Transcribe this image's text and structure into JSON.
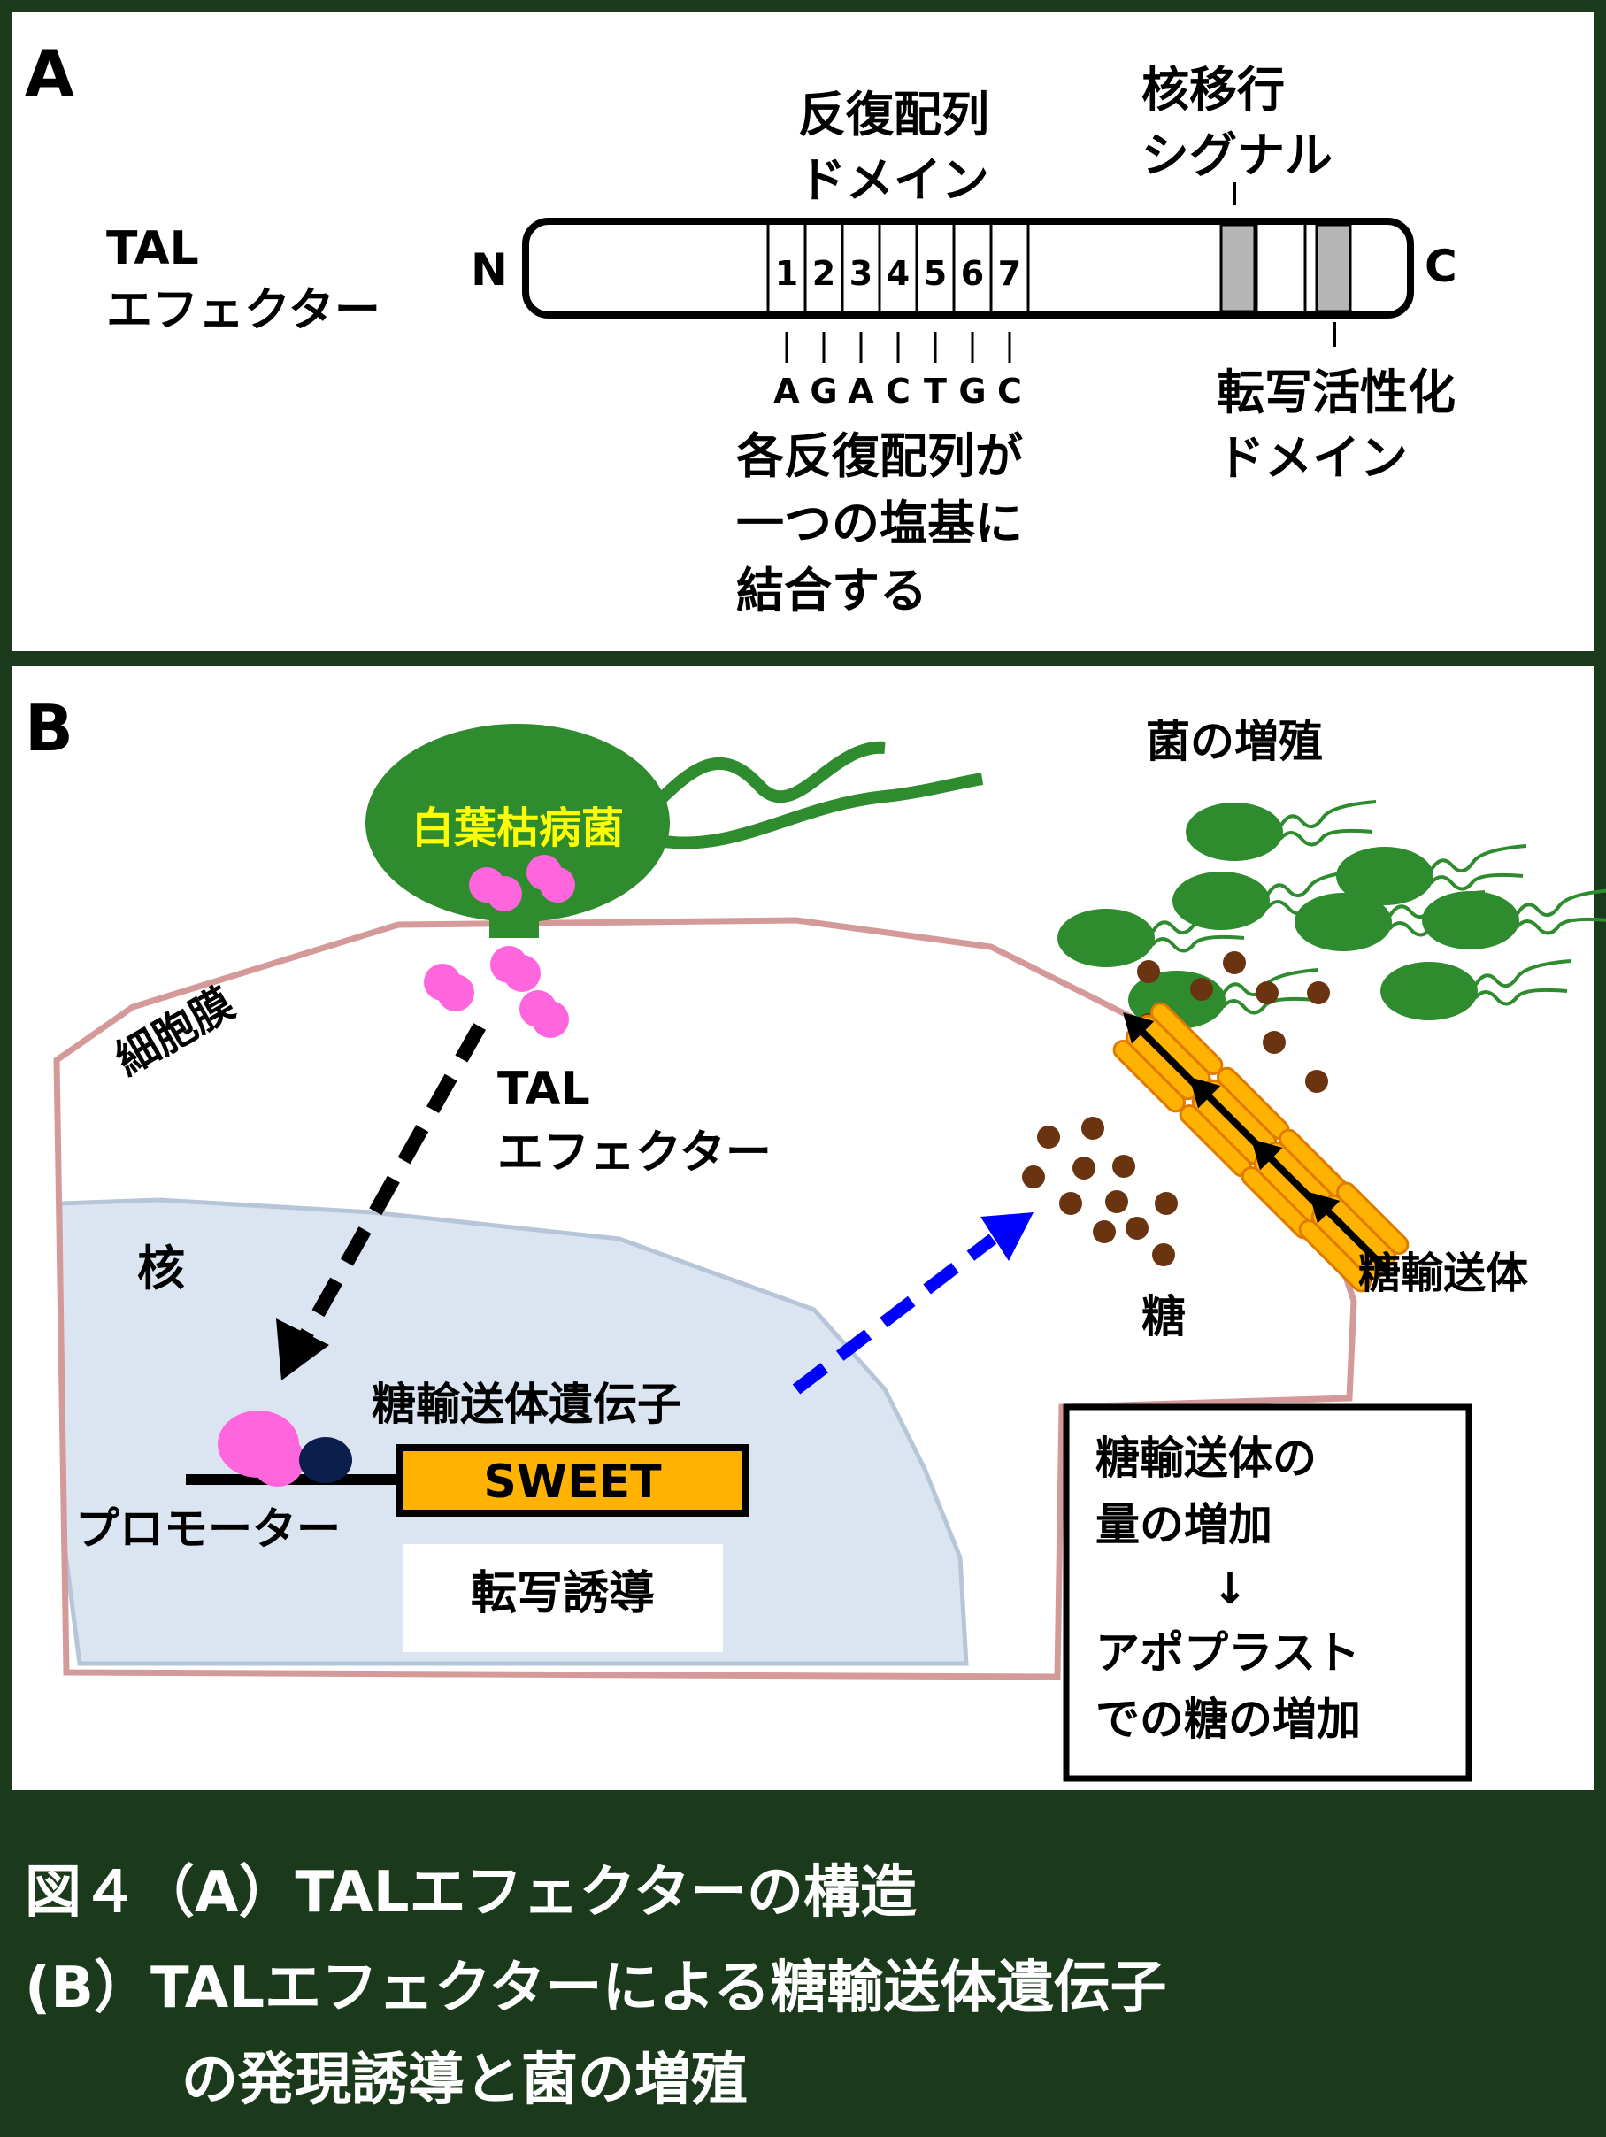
{
  "panel_a": {
    "letter": "A",
    "protein_label": [
      "TAL",
      "エフェクター"
    ],
    "n_terminal": "N",
    "c_terminal": "C",
    "repeat_domain": [
      "反復配列",
      "ドメイン"
    ],
    "nls": [
      "核移行",
      "シグナル"
    ],
    "activation_domain": [
      "転写活性化",
      "ドメイン"
    ],
    "repeat_numbers": [
      "1",
      "2",
      "3",
      "4",
      "5",
      "6",
      "7"
    ],
    "bases": [
      "A",
      "G",
      "A",
      "C",
      "T",
      "G",
      "C"
    ],
    "repeat_note": [
      "各反復配列が",
      "一つの塩基に",
      "結合する"
    ]
  },
  "panel_b": {
    "letter": "B",
    "pathogen": "白葉枯病菌",
    "membrane": "細胞膜",
    "effector": [
      "TAL",
      "エフェクター"
    ],
    "nucleus": "核",
    "gene_label": "糖輸送体遺伝子",
    "gene_box": "SWEET",
    "promoter": "プロモーター",
    "transcription": "転写誘導",
    "proliferation": "菌の増殖",
    "transporter": "糖輸送体",
    "sugar": "糖",
    "summary": [
      "糖輸送体の",
      "量の増加",
      "↓",
      "アポプラスト",
      "での糖の増加"
    ]
  },
  "caption": {
    "line1": "図４（A）TALエフェクターの構造",
    "line2": "(B）TALエフェクターによる糖輸送体遺伝子",
    "line3": "の発現誘導と菌の増殖"
  },
  "colors": {
    "frame": "#1b3a1b",
    "bacteria": "#2e8b2e",
    "bacteria_text": "#ffff00",
    "effector": "#ff66dd",
    "membrane": "#d49a9a",
    "nucleus_fill": "#dbe5f1",
    "nucleus_edge": "#b6c6d8",
    "sweet": "#ffb300",
    "sugar": "#6b3410",
    "arrow_blue": "#0000ff"
  }
}
